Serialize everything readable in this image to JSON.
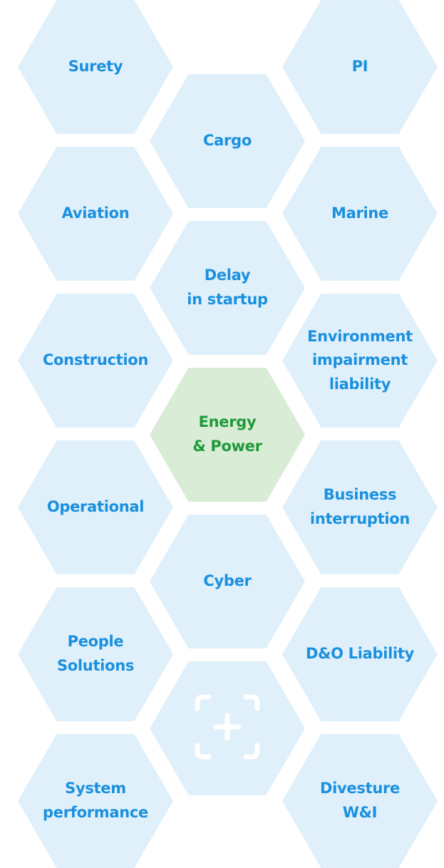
{
  "colors": {
    "hex_fill": "#dff0fb",
    "hex_text": "#1a90de",
    "active_fill": "#d9ecd6",
    "active_text": "#1f9a3a",
    "add_icon": "#ffffff"
  },
  "hexes": {
    "surety": "Surety",
    "pi": "PI",
    "cargo": "Cargo",
    "aviation": "Aviation",
    "marine": "Marine",
    "delay": "Delay\nin startup",
    "construction": "Construction",
    "environment": "Environment\nimpairment\nliability",
    "energy": "Energy\n& Power",
    "operational": "Operational",
    "business": "Business\ninterruption",
    "cyber": "Cyber",
    "people": "People\nSolutions",
    "do_liability": "D&O Liability",
    "system": "System\nperformance",
    "divesture": "Divesture\nW&I"
  },
  "add_tile": {
    "icon": "add-icon"
  }
}
